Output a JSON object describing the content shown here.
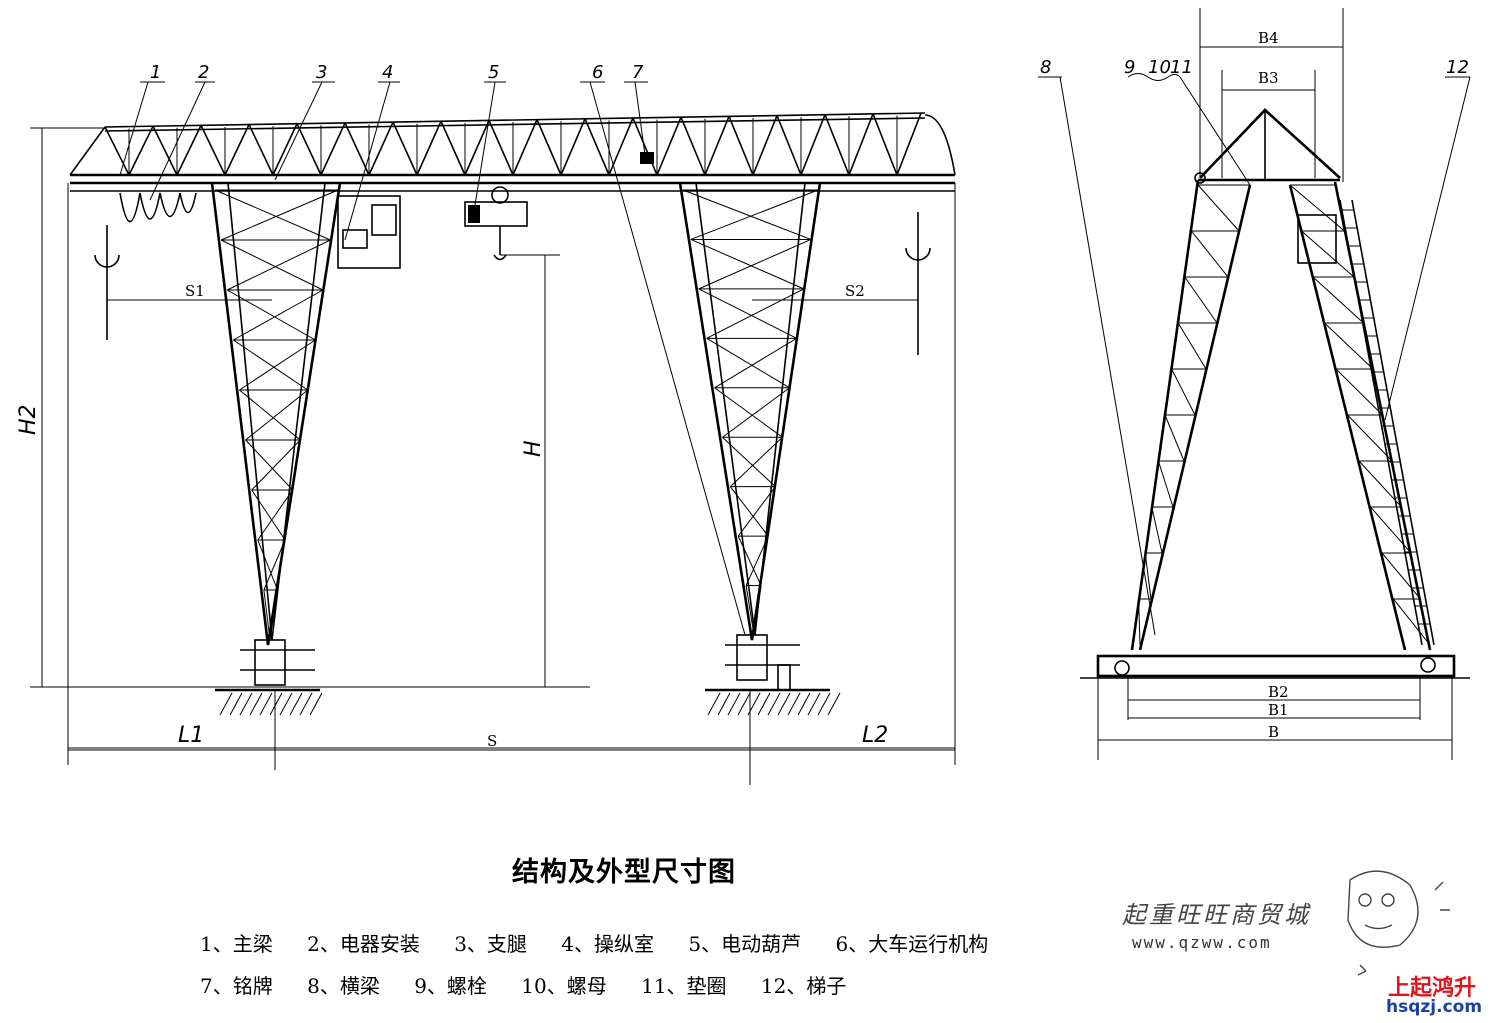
{
  "diagram": {
    "title": "结构及外型尺寸图",
    "callouts": [
      "1",
      "2",
      "3",
      "4",
      "5",
      "6",
      "7",
      "8",
      "9",
      "10",
      "11",
      "12"
    ],
    "dimensions": {
      "h2": "H2",
      "h": "H",
      "s1": "S1",
      "s2": "S2",
      "l1": "L1",
      "s": "S",
      "l2": "L2",
      "b4": "B4",
      "b3": "B3",
      "b2": "B2",
      "b1": "B1",
      "b": "B"
    },
    "legend": [
      "1、主梁",
      "2、电器安装",
      "3、支腿",
      "4、操纵室",
      "5、电动葫芦",
      "6、大车运行机构",
      "7、铭牌",
      "8、横梁",
      "9、螺栓",
      "10、螺母",
      "11、垫圈",
      "12、梯子"
    ]
  },
  "watermark": {
    "text": "起重旺旺商贸城",
    "url": "www.qzww.com"
  },
  "brand": {
    "name": "上起鸿升",
    "url": "hsqzj.com",
    "name_color": "#e0141b",
    "url_color": "#1b3fa8"
  }
}
